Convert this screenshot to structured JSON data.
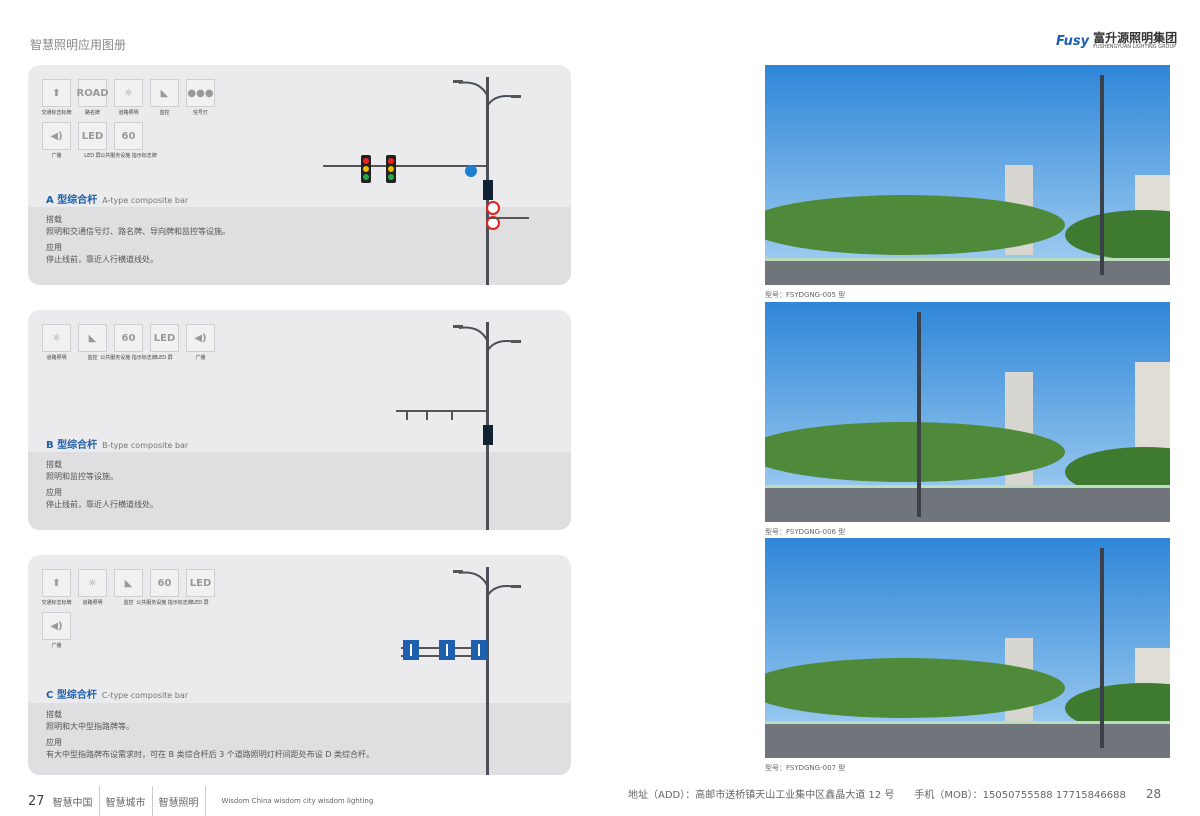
{
  "header": {
    "title": "智慧照明应用图册"
  },
  "logo": {
    "mark": "Fusy",
    "name_cn": "富升源照明集团",
    "name_en": "FUSHENGYUAN LIGHTING GROUP"
  },
  "cards": [
    {
      "title_cn": "A 型综合杆",
      "title_en": "A-type composite bar",
      "icons": [
        {
          "glyph": "⬆",
          "label": "交通标志标牌"
        },
        {
          "glyph": "ROAD",
          "label": "路名牌"
        },
        {
          "glyph": "☼",
          "label": "道路照明"
        },
        {
          "glyph": "◣",
          "label": "监控"
        },
        {
          "glyph": "●●●",
          "label": "信号灯"
        },
        {
          "glyph": "◀)",
          "label": "广播"
        },
        {
          "glyph": "LED",
          "label": "LED 屏"
        },
        {
          "glyph": "60",
          "label": "公共服务设施\n指示标志牌"
        }
      ],
      "load_h": "搭载",
      "load": "照明和交通信号灯、路名牌、导向牌和监控等设施。",
      "app_h": "应用",
      "app": "停止线前，靠近人行横道线处。"
    },
    {
      "title_cn": "B 型综合杆",
      "title_en": "B-type composite bar",
      "icons": [
        {
          "glyph": "☼",
          "label": "道路照明"
        },
        {
          "glyph": "◣",
          "label": "监控"
        },
        {
          "glyph": "60",
          "label": "公共服务设施\n指示标志牌"
        },
        {
          "glyph": "LED",
          "label": "LED 屏"
        },
        {
          "glyph": "◀)",
          "label": "广播"
        }
      ],
      "load_h": "搭载",
      "load": "照明和监控等设施。",
      "app_h": "应用",
      "app": "停止线前，靠近人行横道线处。"
    },
    {
      "title_cn": "C 型综合杆",
      "title_en": "C-type composite bar",
      "icons": [
        {
          "glyph": "⬆",
          "label": "交通标志标牌"
        },
        {
          "glyph": "☼",
          "label": "道路照明"
        },
        {
          "glyph": "◣",
          "label": "监控"
        },
        {
          "glyph": "60",
          "label": "公共服务设施\n指示标志牌"
        },
        {
          "glyph": "LED",
          "label": "LED 屏"
        },
        {
          "glyph": "◀)",
          "label": "广播"
        }
      ],
      "load_h": "搭载",
      "load": "照明和大中型指路牌等。",
      "app_h": "应用",
      "app": "有大中型指路牌布设需求时，可在 B 类综合杆后 3 个道路照明灯杆间距处布设 D 类综合杆。"
    }
  ],
  "photos": [
    {
      "caption": "型号：FSYDGNG-005 型"
    },
    {
      "caption": "型号：FSYDGNG-006 型"
    },
    {
      "caption": "型号：FSYDGNG-007 型"
    }
  ],
  "footer": {
    "left_page": "27",
    "tags": [
      "智慧中国",
      "智慧城市",
      "智慧照明"
    ],
    "slogan": "Wisdom China  wisdom city  wisdom lighting",
    "address": "地址（ADD）：高邮市送桥镇天山工业集中区鑫晶大道 12 号",
    "mobile": "手机（MOB）：15050755588  17715846688",
    "right_page": "28"
  }
}
